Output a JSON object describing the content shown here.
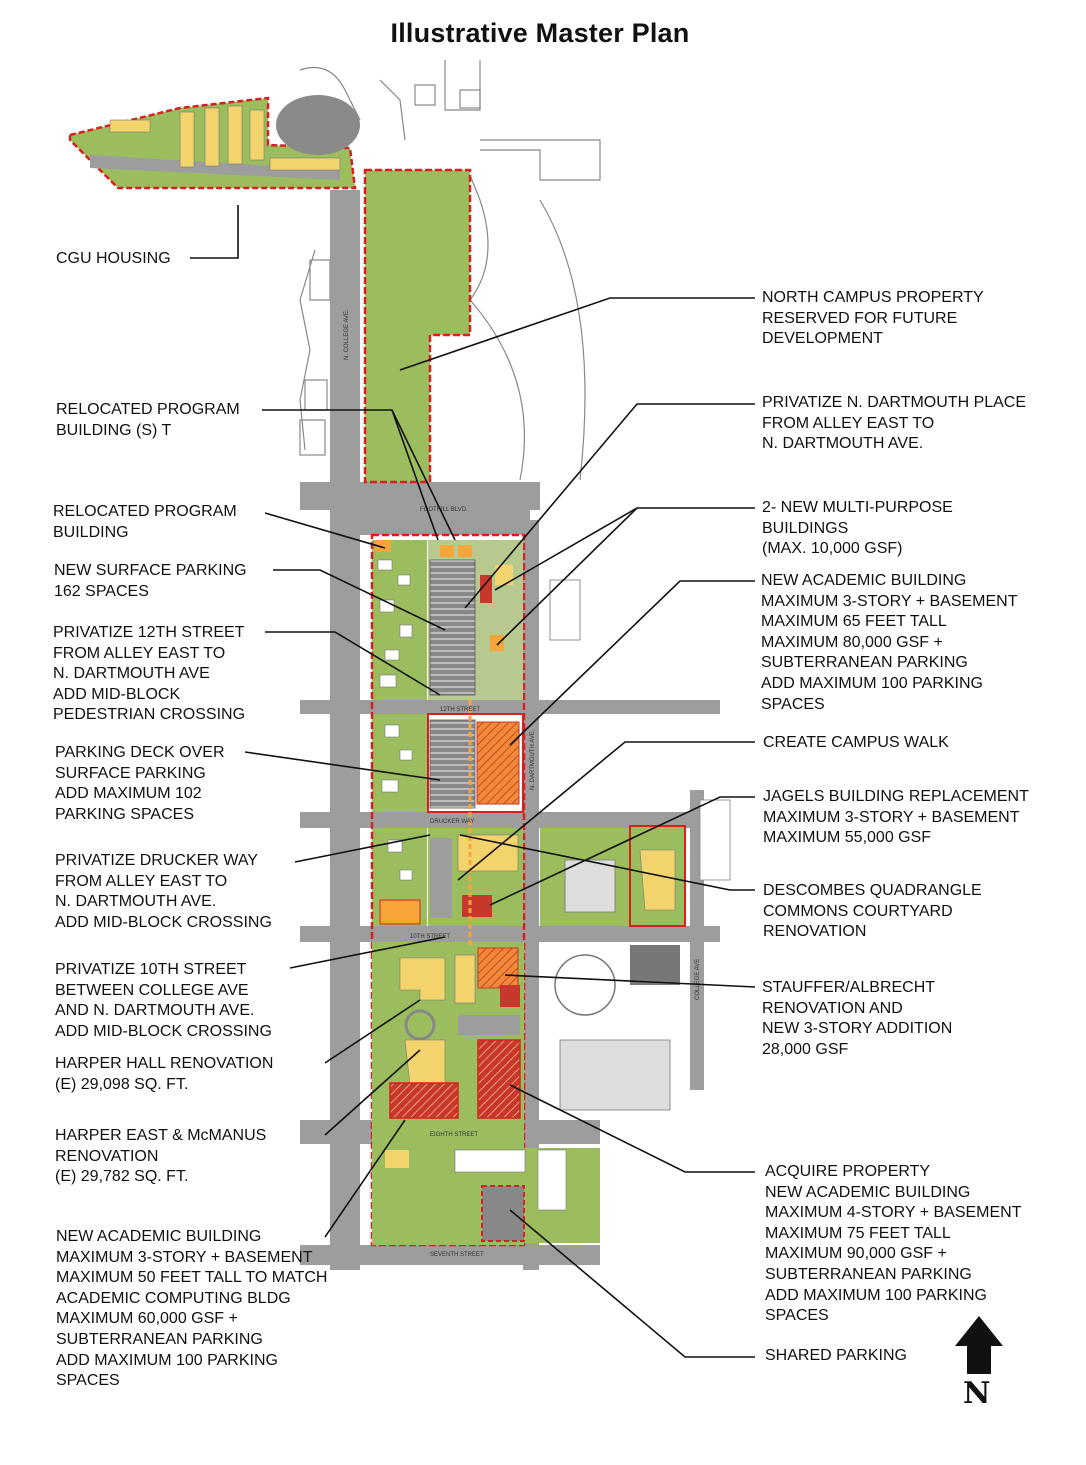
{
  "title": "Illustrative Master Plan",
  "colors": {
    "green": "#9bbd5d",
    "road": "#9d9d9d",
    "building_yellow": "#f3d36b",
    "building_orange": "#f5a53a",
    "building_red": "#c8372b",
    "boundary": "#d92020"
  },
  "street_labels": {
    "foothill": "FOOTHILL BLVD.",
    "twelfth": "12TH STREET",
    "drucker": "DRUCKER WAY",
    "tenth": "10TH STREET",
    "eighth": "EIGHTH STREET",
    "seventh": "SEVENTH STREET",
    "college": "N. COLLEGE AVE.",
    "dartmouth": "N. DARTMOUTH AVE.",
    "college_east": "COLLEGE AVE"
  },
  "labels": [
    {
      "id": "cgu-housing",
      "lines": [
        "CGU HOUSING"
      ]
    },
    {
      "id": "north-campus",
      "lines": [
        "NORTH CAMPUS PROPERTY",
        "RESERVED FOR FUTURE",
        "DEVELOPMENT"
      ]
    },
    {
      "id": "relocated-program-buildings",
      "lines": [
        "RELOCATED PROGRAM",
        "BUILDING (S) T"
      ]
    },
    {
      "id": "privatize-dartmouth-place",
      "lines": [
        "PRIVATIZE N. DARTMOUTH PLACE",
        "FROM ALLEY EAST TO",
        "N. DARTMOUTH AVE."
      ]
    },
    {
      "id": "relocated-program-building",
      "lines": [
        "RELOCATED PROGRAM",
        "BUILDING"
      ]
    },
    {
      "id": "multi-purpose-buildings",
      "lines": [
        "2- NEW MULTI-PURPOSE",
        "BUILDINGS",
        "(MAX. 10,000 GSF)"
      ]
    },
    {
      "id": "new-surface-parking",
      "lines": [
        "NEW SURFACE PARKING",
        "162 SPACES"
      ]
    },
    {
      "id": "new-academic-building-north",
      "lines": [
        "NEW ACADEMIC BUILDING",
        "MAXIMUM 3-STORY + BASEMENT",
        "MAXIMUM 65 FEET TALL",
        "MAXIMUM 80,000 GSF +",
        "SUBTERRANEAN PARKING",
        "ADD MAXIMUM 100 PARKING",
        "SPACES"
      ]
    },
    {
      "id": "privatize-12th",
      "lines": [
        "PRIVATIZE 12TH STREET",
        "FROM ALLEY EAST TO",
        "N. DARTMOUTH AVE",
        "ADD MID-BLOCK",
        "PEDESTRIAN CROSSING"
      ]
    },
    {
      "id": "create-campus-walk",
      "lines": [
        "CREATE CAMPUS WALK"
      ]
    },
    {
      "id": "parking-deck",
      "lines": [
        "PARKING DECK OVER",
        "SURFACE PARKING",
        "ADD MAXIMUM 102",
        "PARKING SPACES"
      ]
    },
    {
      "id": "jagels",
      "lines": [
        "JAGELS BUILDING REPLACEMENT",
        "MAXIMUM 3-STORY + BASEMENT",
        "MAXIMUM 55,000 GSF"
      ]
    },
    {
      "id": "privatize-drucker",
      "lines": [
        "PRIVATIZE DRUCKER WAY",
        "FROM ALLEY EAST TO",
        "N. DARTMOUTH AVE.",
        "ADD MID-BLOCK CROSSING"
      ]
    },
    {
      "id": "descombes",
      "lines": [
        "DESCOMBES QUADRANGLE",
        "COMMONS COURTYARD",
        "RENOVATION"
      ]
    },
    {
      "id": "privatize-10th",
      "lines": [
        "PRIVATIZE 10TH STREET",
        "BETWEEN COLLEGE AVE",
        "AND N. DARTMOUTH AVE.",
        "ADD MID-BLOCK CROSSING"
      ]
    },
    {
      "id": "stauffer",
      "lines": [
        "STAUFFER/ALBRECHT",
        "RENOVATION AND",
        "NEW 3-STORY ADDITION",
        "28,000 GSF"
      ]
    },
    {
      "id": "harper-hall",
      "lines": [
        "HARPER HALL RENOVATION",
        "(E) 29,098 SQ. FT."
      ]
    },
    {
      "id": "harper-east",
      "lines": [
        "HARPER EAST & McMANUS",
        "RENOVATION",
        "(E) 29,782 SQ. FT."
      ]
    },
    {
      "id": "acquire-property",
      "lines": [
        "ACQUIRE PROPERTY",
        "NEW ACADEMIC BUILDING",
        "MAXIMUM 4-STORY + BASEMENT",
        "MAXIMUM 75 FEET TALL",
        "MAXIMUM 90,000 GSF +",
        "SUBTERRANEAN PARKING",
        "ADD MAXIMUM 100 PARKING",
        "SPACES"
      ]
    },
    {
      "id": "new-academic-building-south",
      "lines": [
        "NEW ACADEMIC BUILDING",
        "MAXIMUM 3-STORY + BASEMENT",
        "MAXIMUM 50 FEET TALL TO MATCH",
        "ACADEMIC COMPUTING BLDG",
        "MAXIMUM 60,000 GSF +",
        "SUBTERRANEAN PARKING",
        "ADD MAXIMUM 100 PARKING",
        "SPACES"
      ]
    },
    {
      "id": "shared-parking",
      "lines": [
        "SHARED PARKING"
      ]
    }
  ],
  "north_arrow": {
    "label": "N"
  }
}
